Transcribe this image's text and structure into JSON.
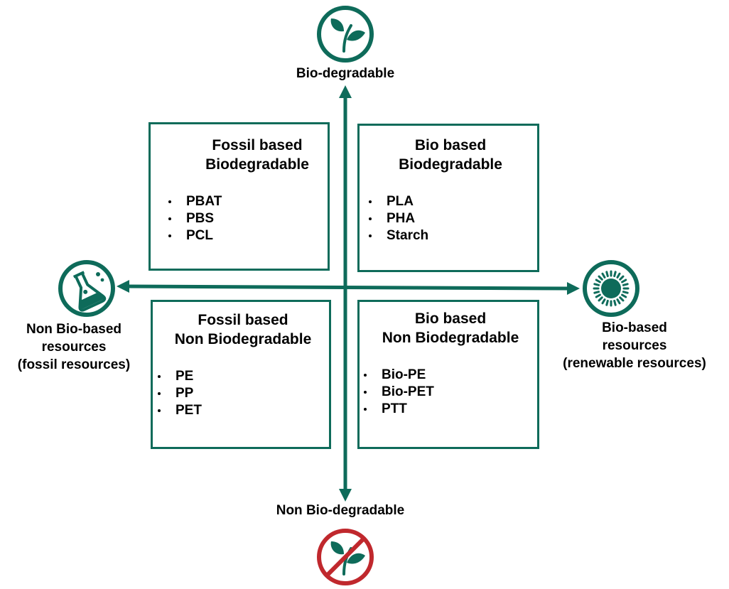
{
  "axes": {
    "top_label": "Bio-degradable",
    "bottom_label": "Non Bio-degradable",
    "left_label": [
      "Non Bio-based",
      "resources",
      "(fossil resources)"
    ],
    "right_label": [
      "Bio-based",
      "resources",
      "(renewable resources)"
    ]
  },
  "quadrants": {
    "top_left": {
      "title": [
        "Fossil based",
        "Biodegradable"
      ],
      "items": [
        "PBAT",
        "PBS",
        "PCL"
      ]
    },
    "top_right": {
      "title": [
        "Bio based",
        "Biodegradable"
      ],
      "items": [
        "PLA",
        "PHA",
        "Starch"
      ]
    },
    "bottom_left": {
      "title": [
        "Fossil based",
        "Non Biodegradable"
      ],
      "items": [
        "PE",
        "PP",
        "PET"
      ]
    },
    "bottom_right": {
      "title": [
        "Bio based",
        "Non Biodegradable"
      ],
      "items": [
        "Bio-PE",
        "Bio-PET",
        "PTT"
      ]
    }
  },
  "icons": {
    "top": "sprout-icon",
    "bottom": "no-sprout-icon",
    "left": "flask-icon",
    "right": "sun-icon"
  },
  "colors": {
    "accent": "#0e6b5a",
    "prohibited": "#c0282d",
    "text": "#000000"
  }
}
